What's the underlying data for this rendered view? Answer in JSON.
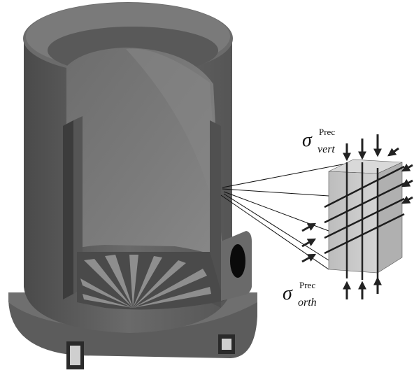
{
  "labels": {
    "vertical": {
      "symbol": "σ",
      "superscript": "Prec",
      "subscript": "vert"
    },
    "orthogonal": {
      "symbol": "σ",
      "superscript": "Prec",
      "subscript": "orth"
    }
  },
  "colors": {
    "vessel_dark": "#3a3a3a",
    "vessel_mid": "#6e6e6e",
    "vessel_light": "#8f8f8f",
    "block_face": "#c9c9c9",
    "arrow": "#222222"
  }
}
